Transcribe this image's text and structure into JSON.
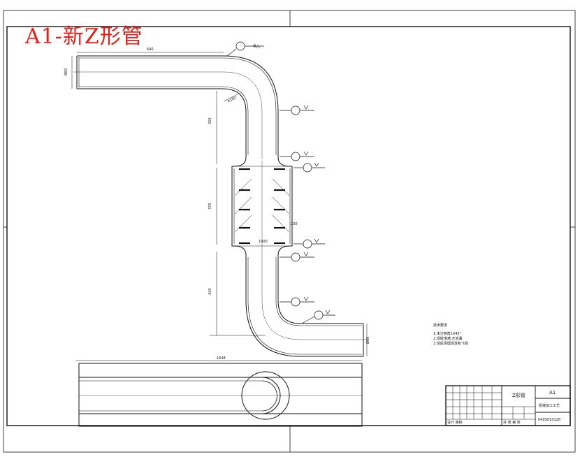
{
  "stamp_title": "A1-新Z形管",
  "weld_symbol": "4△",
  "tech_notes": {
    "heading": "技术要求",
    "items": [
      "1.未注倒角1X45°",
      "2.焊缝饱满,无渗漏",
      "3.焊后清理焊渣和飞溅"
    ]
  },
  "title_block": {
    "drawing_name": "Z形管",
    "scale": "A1",
    "school": "机械加工工艺",
    "drawing_number": "04ZS010128",
    "designer_row": "设计 审核",
    "material_row": "共 张 第 张"
  },
  "colors": {
    "stamp": "#e0211b",
    "line": "#111111"
  }
}
